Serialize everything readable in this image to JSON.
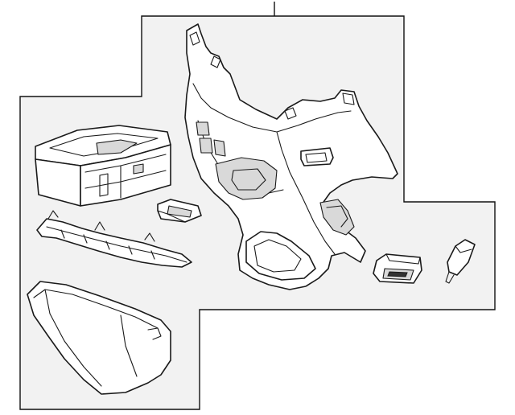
{
  "diagram": {
    "type": "exploded-parts-diagram",
    "background_color": "#ffffff",
    "panel_color": "#f2f2f2",
    "line_color": "#1a1a1a",
    "parts": [
      {
        "name": "console-panel-main"
      },
      {
        "name": "storage-tray-box"
      },
      {
        "name": "small-trim-bezel"
      },
      {
        "name": "bracket-rail"
      },
      {
        "name": "lower-side-cover"
      },
      {
        "name": "usb-port-module"
      },
      {
        "name": "accessory-plug"
      }
    ]
  }
}
